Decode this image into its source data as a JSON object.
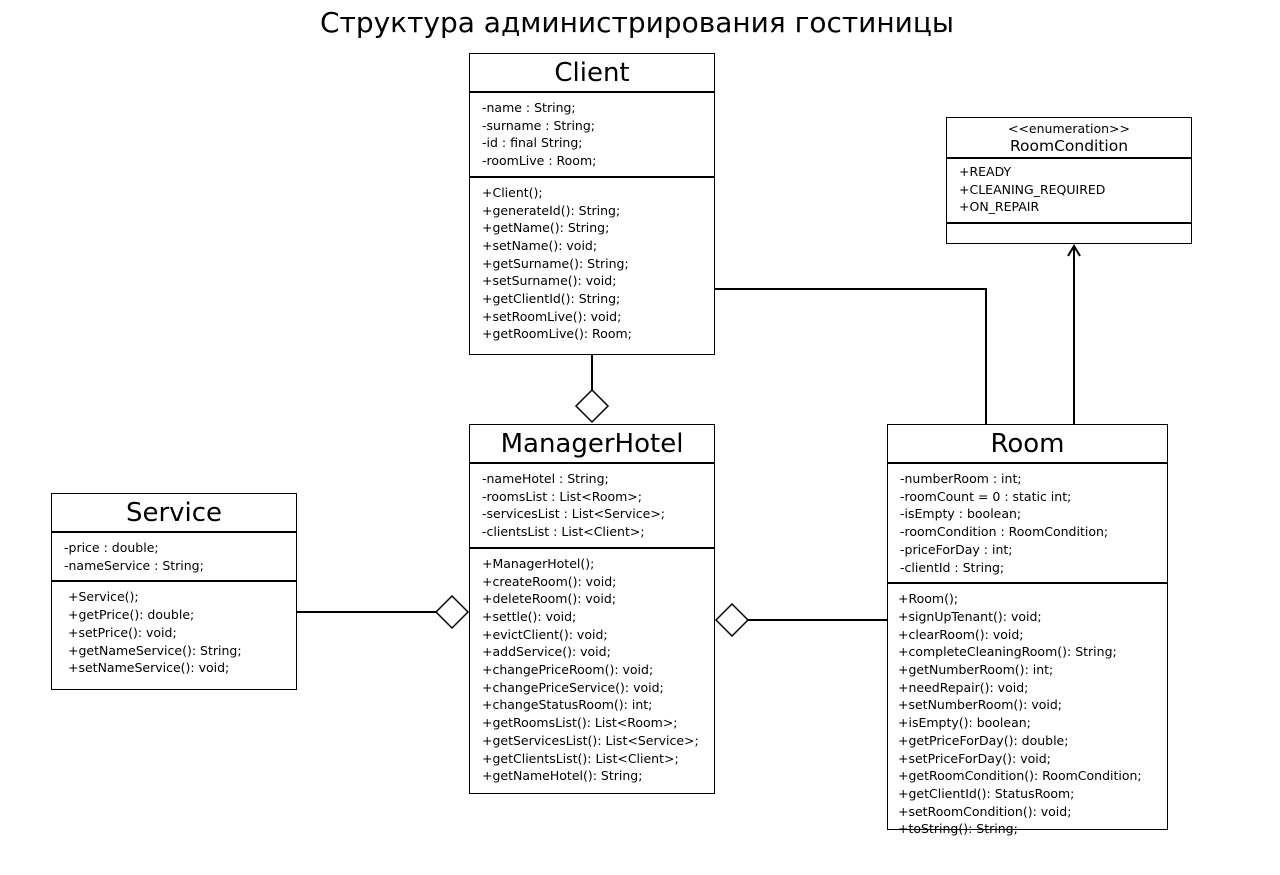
{
  "title": "Структура администрирования гостиницы",
  "classes": {
    "client": {
      "name": "Client",
      "attributes": [
        "-name : String;",
        "-surname : String;",
        "-id : final String;",
        "-roomLive : Room;"
      ],
      "methods": [
        "+Client();",
        "+generateId(): String;",
        "+getName(): String;",
        "+setName(): void;",
        "+getSurname(): String;",
        "+setSurname(): void;",
        "+getClientId(): String;",
        "+setRoomLive(): void;",
        "+getRoomLive(): Room;"
      ]
    },
    "roomCondition": {
      "stereotype": "<<enumeration>>",
      "name": "RoomCondition",
      "attributes": [
        "+READY",
        "+CLEANING_REQUIRED",
        "+ON_REPAIR"
      ],
      "methods": []
    },
    "service": {
      "name": "Service",
      "attributes": [
        "-price :  double;",
        "-nameService : String;"
      ],
      "methods": [
        "+Service();",
        "+getPrice(): double;",
        "+setPrice(): void;",
        "+getNameService(): String;",
        "+setNameService(): void;"
      ]
    },
    "managerHotel": {
      "name": "ManagerHotel",
      "attributes": [
        "-nameHotel : String;",
        "-roomsList : List<Room>;",
        "-servicesList :  List<Service>;",
        "-clientsList :  List<Client>;"
      ],
      "methods": [
        "+ManagerHotel();",
        "+createRoom(): void;",
        "+deleteRoom(): void;",
        "+settle(): void;",
        "+evictClient(): void;",
        "+addService(): void;",
        "+changePriceRoom(): void;",
        "+changePriceService(): void;",
        "+changeStatusRoom(): int;",
        "+getRoomsList(): List<Room>;",
        "+getServicesList(): List<Service>;",
        "+getClientsList(): List<Client>;",
        "+getNameHotel(): String;"
      ]
    },
    "room": {
      "name": "Room",
      "attributes": [
        "-numberRoom : int;",
        "-roomCount = 0 : static int;",
        "-isEmpty : boolean;",
        "-roomCondition : RoomCondition;",
        "-priceForDay : int;",
        "-clientId : String;"
      ],
      "methods": [
        "+Room();",
        "+signUpTenant(): void;",
        "+clearRoom(): void;",
        "+completeCleaningRoom(): String;",
        "+getNumberRoom(): int;",
        "+needRepair(): void;",
        "+setNumberRoom(): void;",
        "+isEmpty(): boolean;",
        "+getPriceForDay(): double;",
        "+setPriceForDay(): void;",
        "+getRoomCondition(): RoomCondition;",
        "+getClientId(): StatusRoom;",
        "+setRoomCondition(): void;",
        "+toString(): String;"
      ]
    }
  }
}
